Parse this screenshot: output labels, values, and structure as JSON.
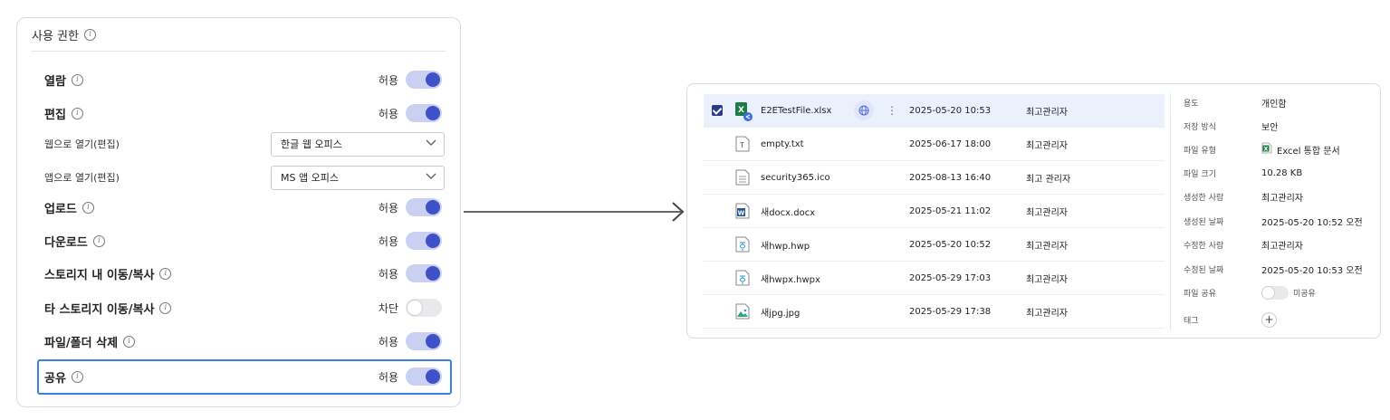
{
  "permissions": {
    "title": "사용 권한",
    "rows": [
      {
        "label": "열람",
        "status": "허용",
        "on": true
      },
      {
        "label": "편집",
        "status": "허용",
        "on": true
      },
      {
        "label": "업로드",
        "status": "허용",
        "on": true
      },
      {
        "label": "다운로드",
        "status": "허용",
        "on": true
      },
      {
        "label": "스토리지 내 이동/복사",
        "status": "허용",
        "on": true
      },
      {
        "label": "타 스토리지 이동/복사",
        "status": "차단",
        "on": false
      },
      {
        "label": "파일/폴더 삭제",
        "status": "허용",
        "on": true
      },
      {
        "label": "공유",
        "status": "허용",
        "on": true
      }
    ],
    "web_open": {
      "label": "웹으로 열기(편집)",
      "value": "한글 웹 오피스"
    },
    "app_open": {
      "label": "앱으로 열기(편집)",
      "value": "MS 앱 오피스"
    }
  },
  "files": [
    {
      "name": "E2ETestFile.xlsx",
      "date": "2025-05-20 10:53",
      "owner": "최고관리자",
      "icon": "excel-icon",
      "selected": true
    },
    {
      "name": "empty.txt",
      "date": "2025-06-17 18:00",
      "owner": "최고관리자",
      "icon": "text-file-icon"
    },
    {
      "name": "security365.ico",
      "date": "2025-08-13 16:40",
      "owner": "최고 관리자",
      "icon": "document-icon"
    },
    {
      "name": "새docx.docx",
      "date": "2025-05-21 11:02",
      "owner": "최고관리자",
      "icon": "word-icon"
    },
    {
      "name": "새hwp.hwp",
      "date": "2025-05-20 10:52",
      "owner": "최고관리자",
      "icon": "hwp-icon"
    },
    {
      "name": "새hwpx.hwpx",
      "date": "2025-05-29 17:03",
      "owner": "최고관리자",
      "icon": "hwp-icon"
    },
    {
      "name": "새jpg.jpg",
      "date": "2025-05-29 17:38",
      "owner": "최고관리자",
      "icon": "image-icon"
    }
  ],
  "details": {
    "usage": {
      "key": "용도",
      "value": "개인함"
    },
    "storage": {
      "key": "저장 방식",
      "value": "보안"
    },
    "type": {
      "key": "파일 유형",
      "value": "Excel 통합 문서"
    },
    "size": {
      "key": "파일 크기",
      "value": "10.28 KB"
    },
    "creator": {
      "key": "생성한 사람",
      "value": "최고관리자"
    },
    "created": {
      "key": "생성된 날짜",
      "value": "2025-05-20 10:52 오전"
    },
    "modifier": {
      "key": "수정한 사람",
      "value": "최고관리자"
    },
    "modified": {
      "key": "수정된 날짜",
      "value": "2025-05-20 10:53 오전"
    },
    "share": {
      "key": "파일 공유",
      "value": "미공유"
    },
    "tag": {
      "key": "태그"
    }
  },
  "colors": {
    "accent": "#3f51c7",
    "highlight": "#3b82e0",
    "selected_row": "#eaf1fd",
    "excel": "#1e7b45",
    "word": "#2b5797"
  }
}
